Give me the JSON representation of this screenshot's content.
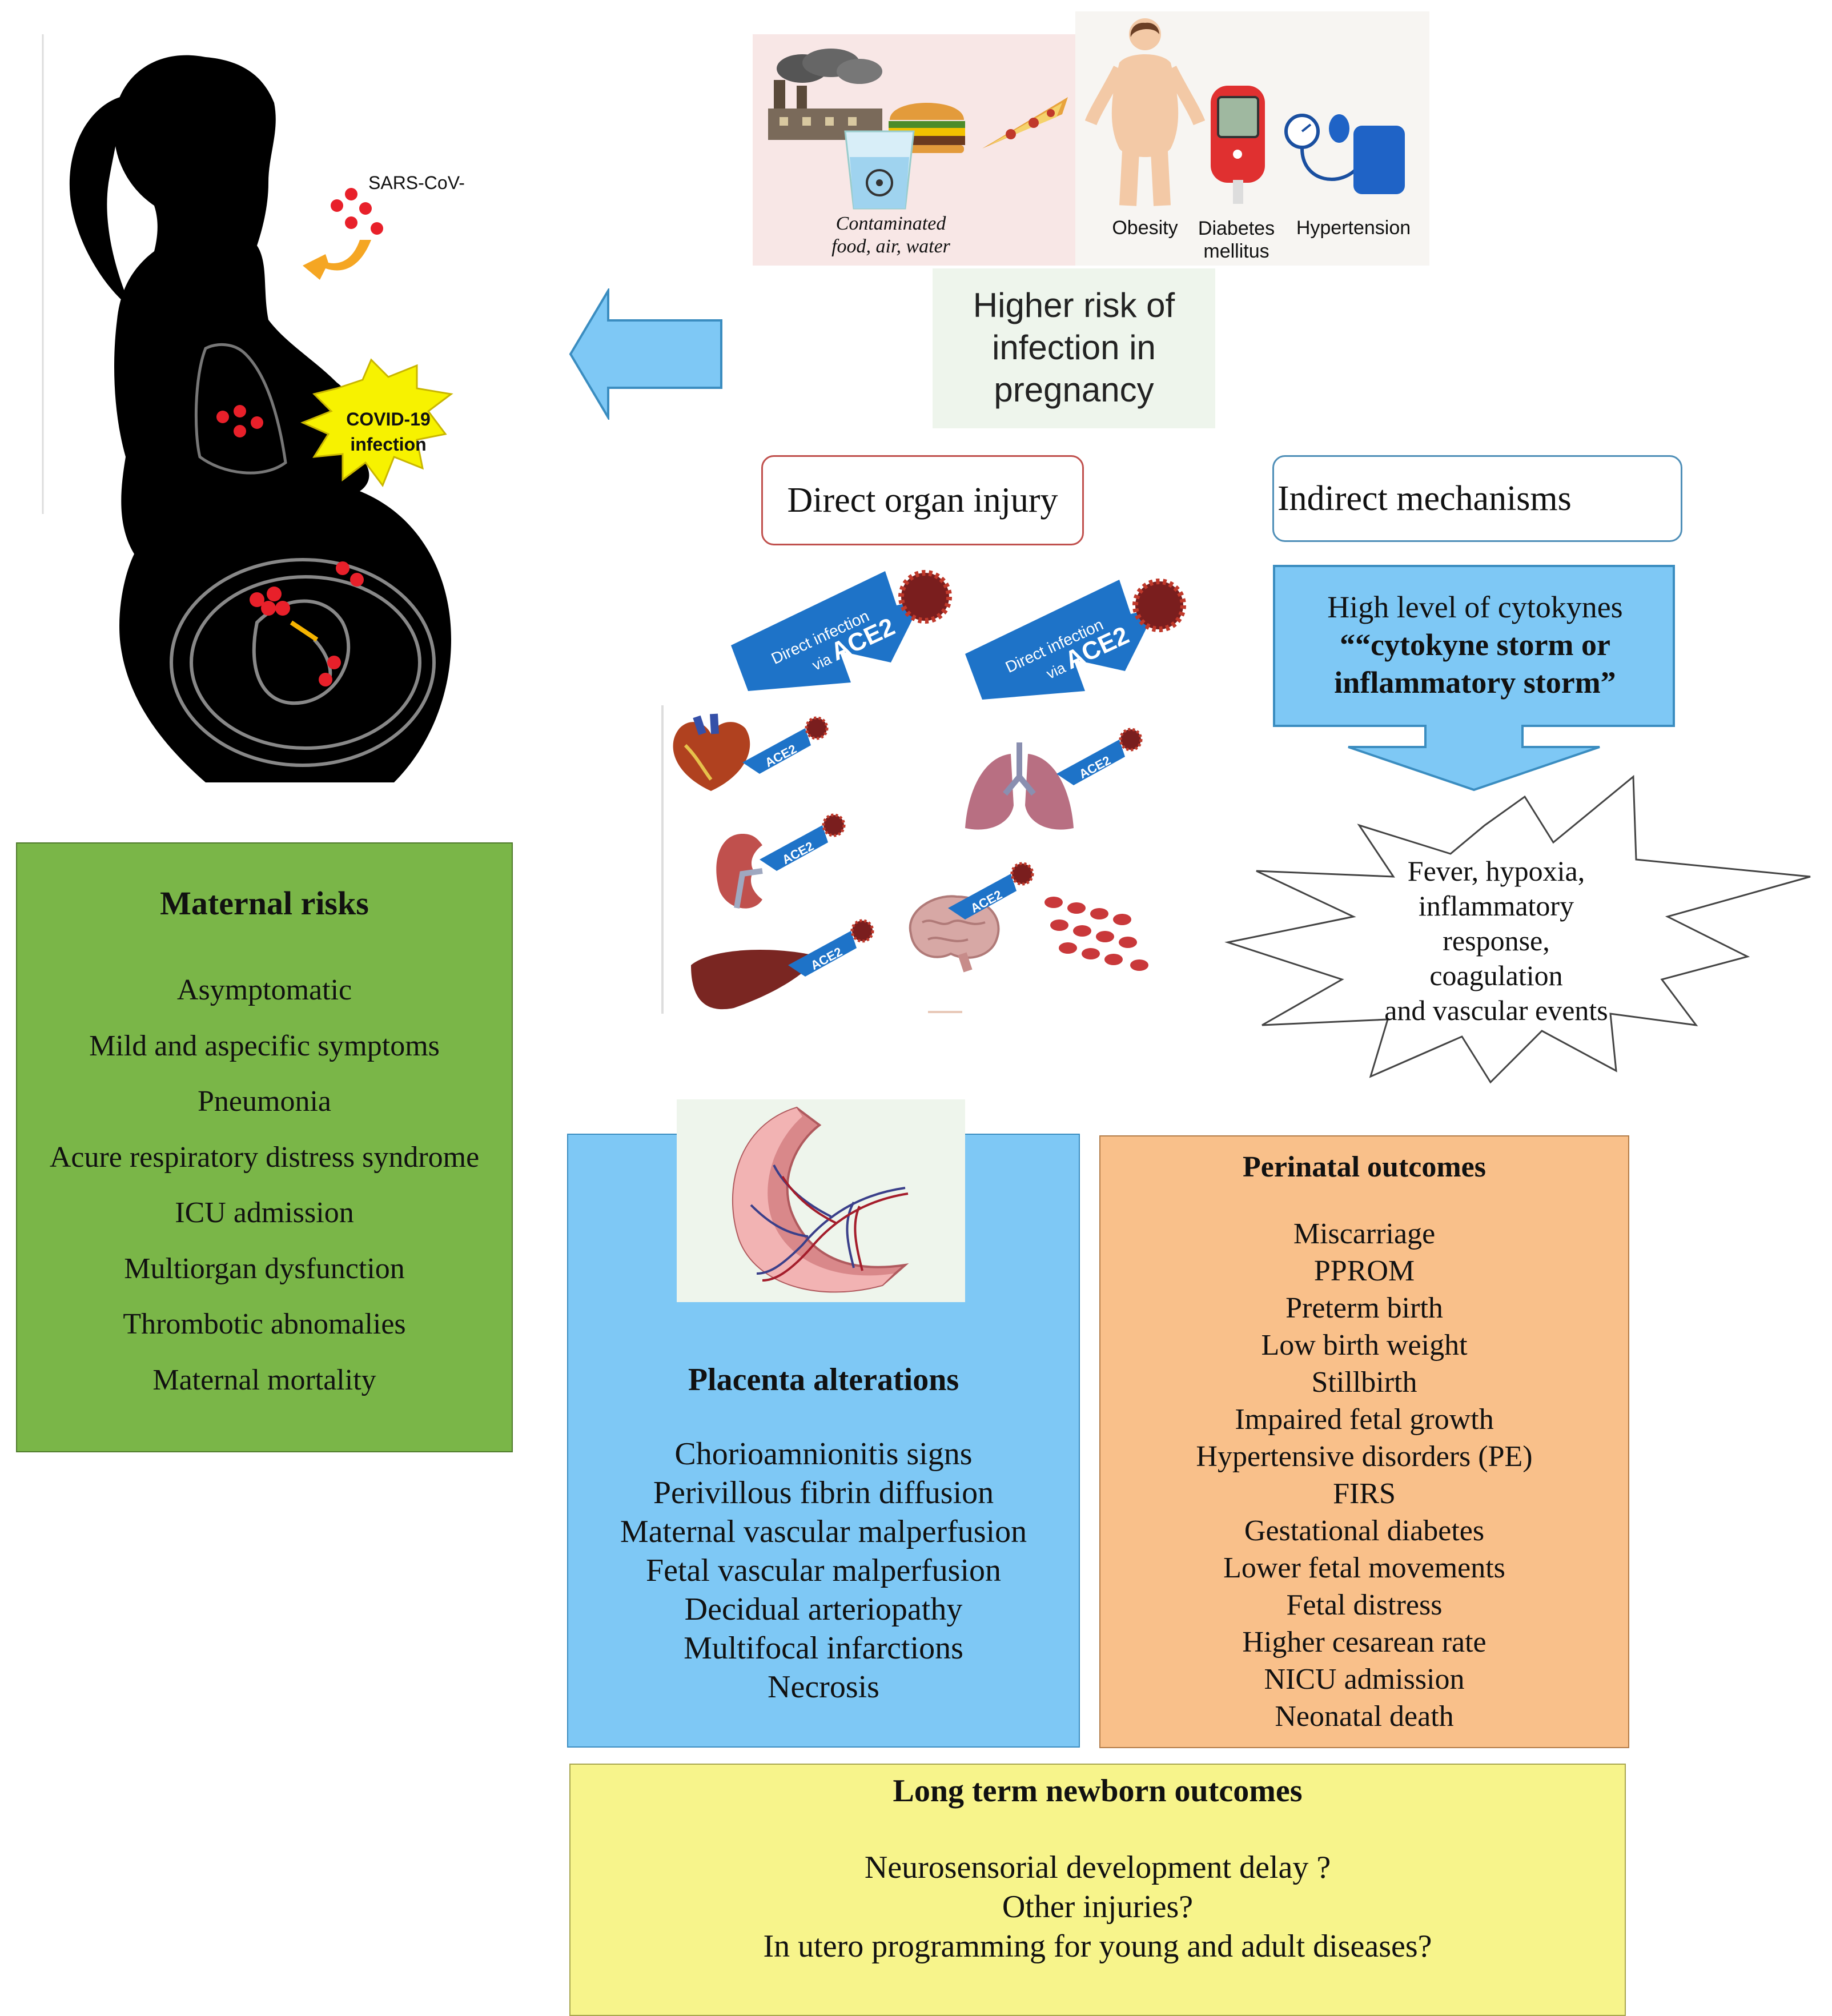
{
  "figure": {
    "sars_label": "SARS-CoV-",
    "covid_label_1": "COVID-19",
    "covid_label_2": "infection",
    "env_label_1": "Contaminated",
    "env_label_2": "food, air, water",
    "obesity_label": "Obesity",
    "diabetes_label_1": "Diabetes",
    "diabetes_label_2": "mellitus",
    "hypertension_label": "Hypertension",
    "risk_box": [
      "Higher risk of",
      "infection in",
      "pregnancy"
    ]
  },
  "direct": {
    "title": "Direct organ injury",
    "banner_line1": "Direct infection",
    "banner_line2": "via",
    "banner_ace2": "ACE2",
    "organ_tag": "ACE2"
  },
  "indirect": {
    "title": "Indirect mechanisms",
    "cytokine_line1": "High level of cytokynes",
    "cytokine_line2": "““cytokyne storm or",
    "cytokine_line3": "inflammatory storm”",
    "effects": [
      "Fever, hypoxia,",
      "inflammatory",
      "response,",
      "coagulation",
      "and vascular events"
    ]
  },
  "maternal": {
    "title": "Maternal risks",
    "items": [
      "Asymptomatic",
      "Mild and aspecific symptoms",
      "Pneumonia",
      "Acure respiratory distress syndrome",
      "ICU admission",
      "Multiorgan dysfunction",
      "Thrombotic abnomalies",
      "Maternal mortality"
    ]
  },
  "placenta": {
    "title": "Placenta alterations",
    "items": [
      "Chorioamnionitis signs",
      "Perivillous fibrin diffusion",
      "Maternal vascular malperfusion",
      "Fetal vascular malperfusion",
      "Decidual arteriopathy",
      "Multifocal infarctions",
      "Necrosis"
    ]
  },
  "perinatal": {
    "title": "Perinatal outcomes",
    "items": [
      "Miscarriage",
      "PPROM",
      "Preterm birth",
      "Low birth weight",
      "Stillbirth",
      "Impaired fetal growth",
      "Hypertensive disorders (PE)",
      "FIRS",
      "Gestational diabetes",
      "Lower fetal movements",
      "Fetal distress",
      "Higher cesarean rate",
      "NICU admission",
      "Neonatal death"
    ]
  },
  "longterm": {
    "title": "Long term newborn outcomes",
    "items": [
      "Neurosensorial development delay ?",
      "Other injuries?",
      "In utero programming for young and adult diseases?"
    ]
  },
  "colors": {
    "green": "#7ab648",
    "blue": "#7ec8f5",
    "orange": "#f9c08a",
    "yellow": "#f7f48b",
    "virus_red": "#e8202a"
  }
}
